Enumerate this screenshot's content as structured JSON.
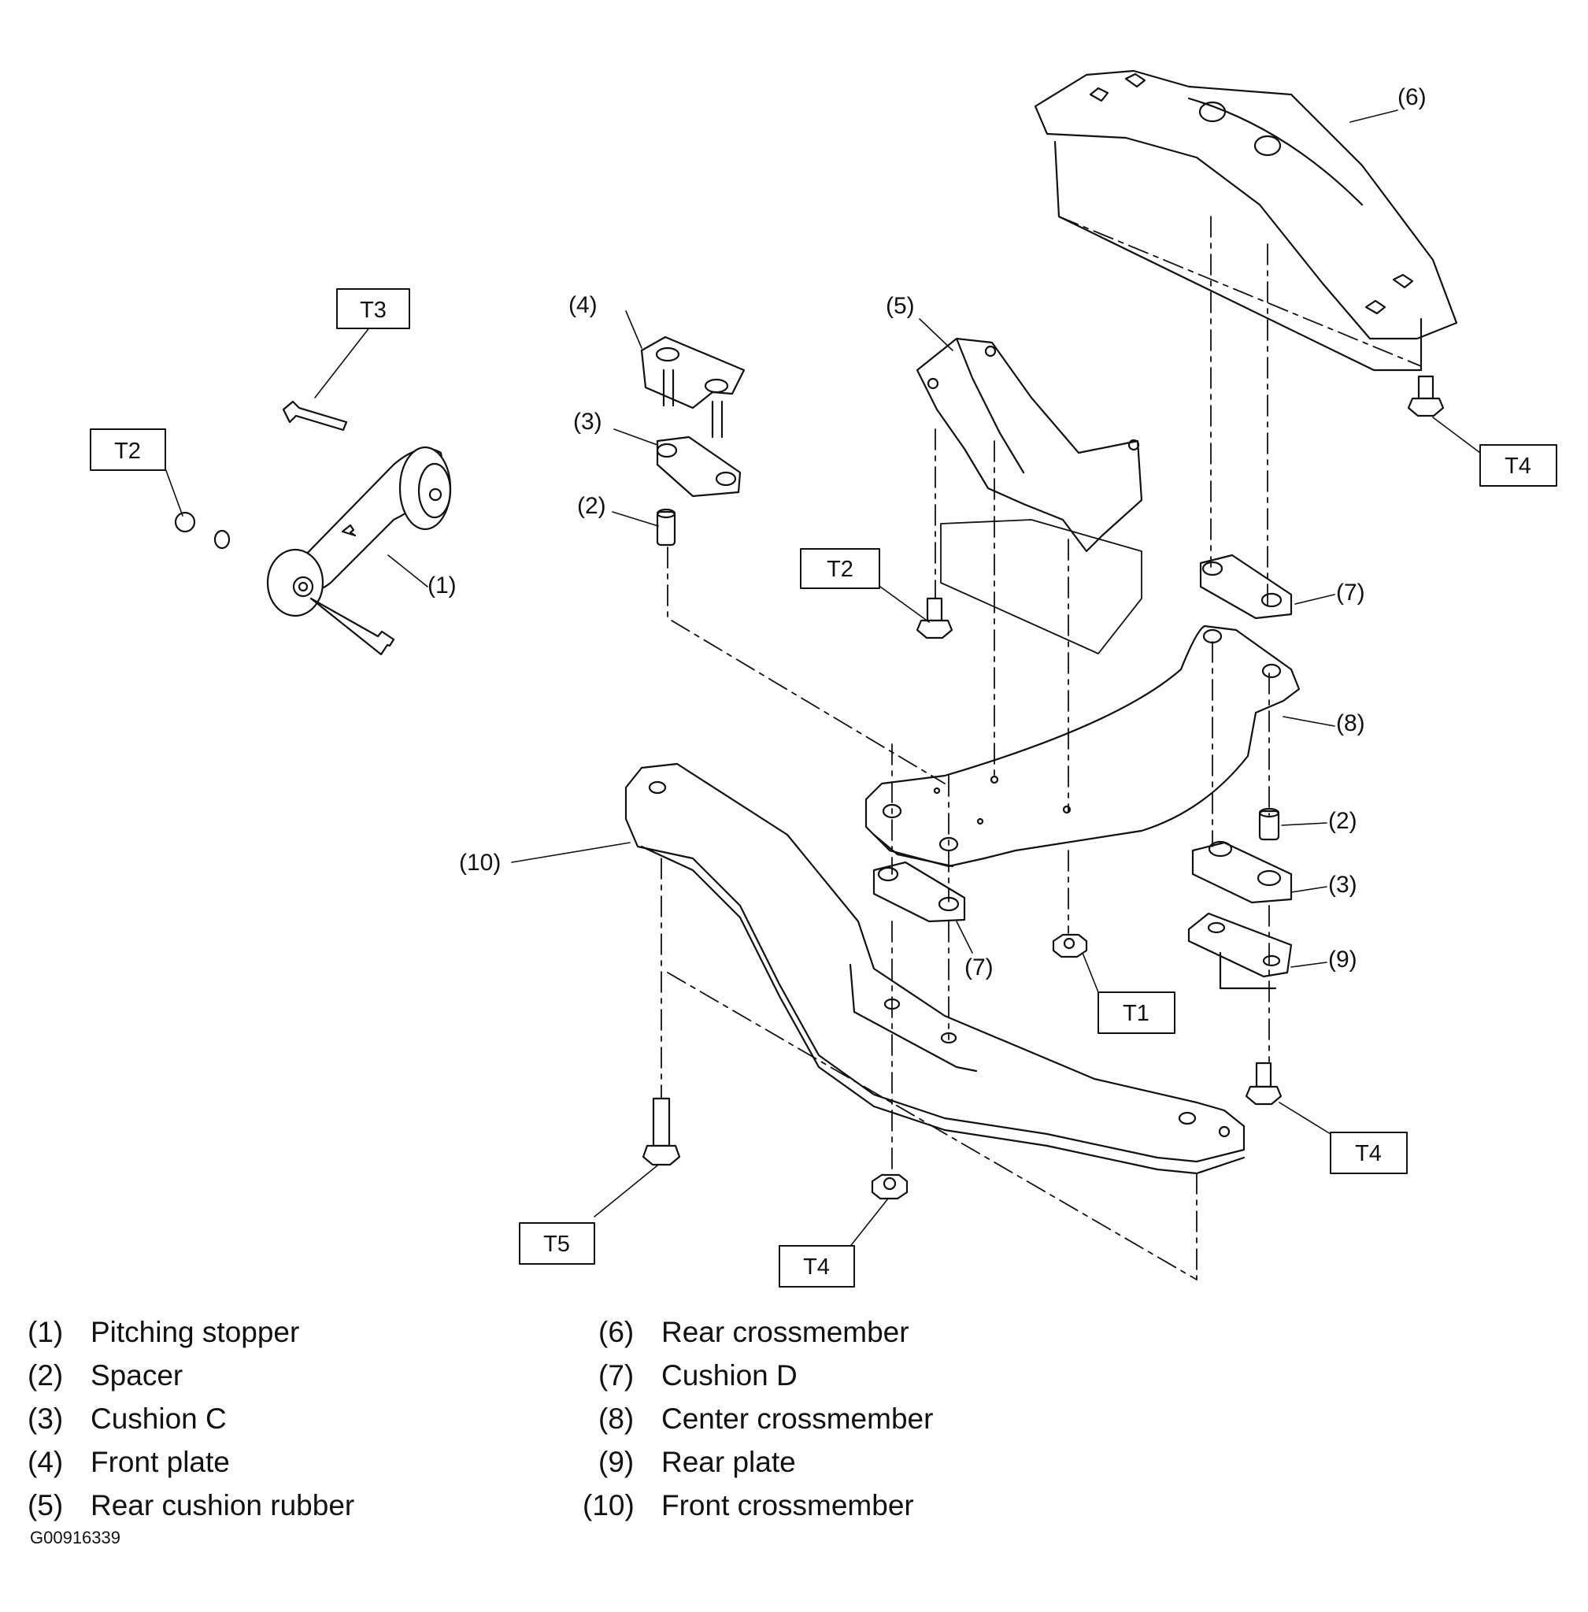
{
  "callouts": {
    "c1": "(1)",
    "c2a": "(2)",
    "c2b": "(2)",
    "c3a": "(3)",
    "c3b": "(3)",
    "c4": "(4)",
    "c5": "(5)",
    "c6": "(6)",
    "c7a": "(7)",
    "c7b": "(7)",
    "c8": "(8)",
    "c9": "(9)",
    "c10": "(10)"
  },
  "torque_boxes": {
    "t3": "T3",
    "t2a": "T2",
    "t2b": "T2",
    "t4a": "T4",
    "t4b": "T4",
    "t4c": "T4",
    "t1": "T1",
    "t5": "T5"
  },
  "legend": [
    {
      "num": "(1)",
      "label": "Pitching stopper"
    },
    {
      "num": "(2)",
      "label": "Spacer"
    },
    {
      "num": "(3)",
      "label": "Cushion C"
    },
    {
      "num": "(4)",
      "label": "Front plate"
    },
    {
      "num": "(5)",
      "label": "Rear cushion rubber"
    },
    {
      "num": "(6)",
      "label": "Rear crossmember"
    },
    {
      "num": "(7)",
      "label": "Cushion D"
    },
    {
      "num": "(8)",
      "label": "Center crossmember"
    },
    {
      "num": "(9)",
      "label": "Rear plate"
    },
    {
      "num": "(10)",
      "label": "Front crossmember"
    }
  ],
  "figure_id": "G00916339"
}
